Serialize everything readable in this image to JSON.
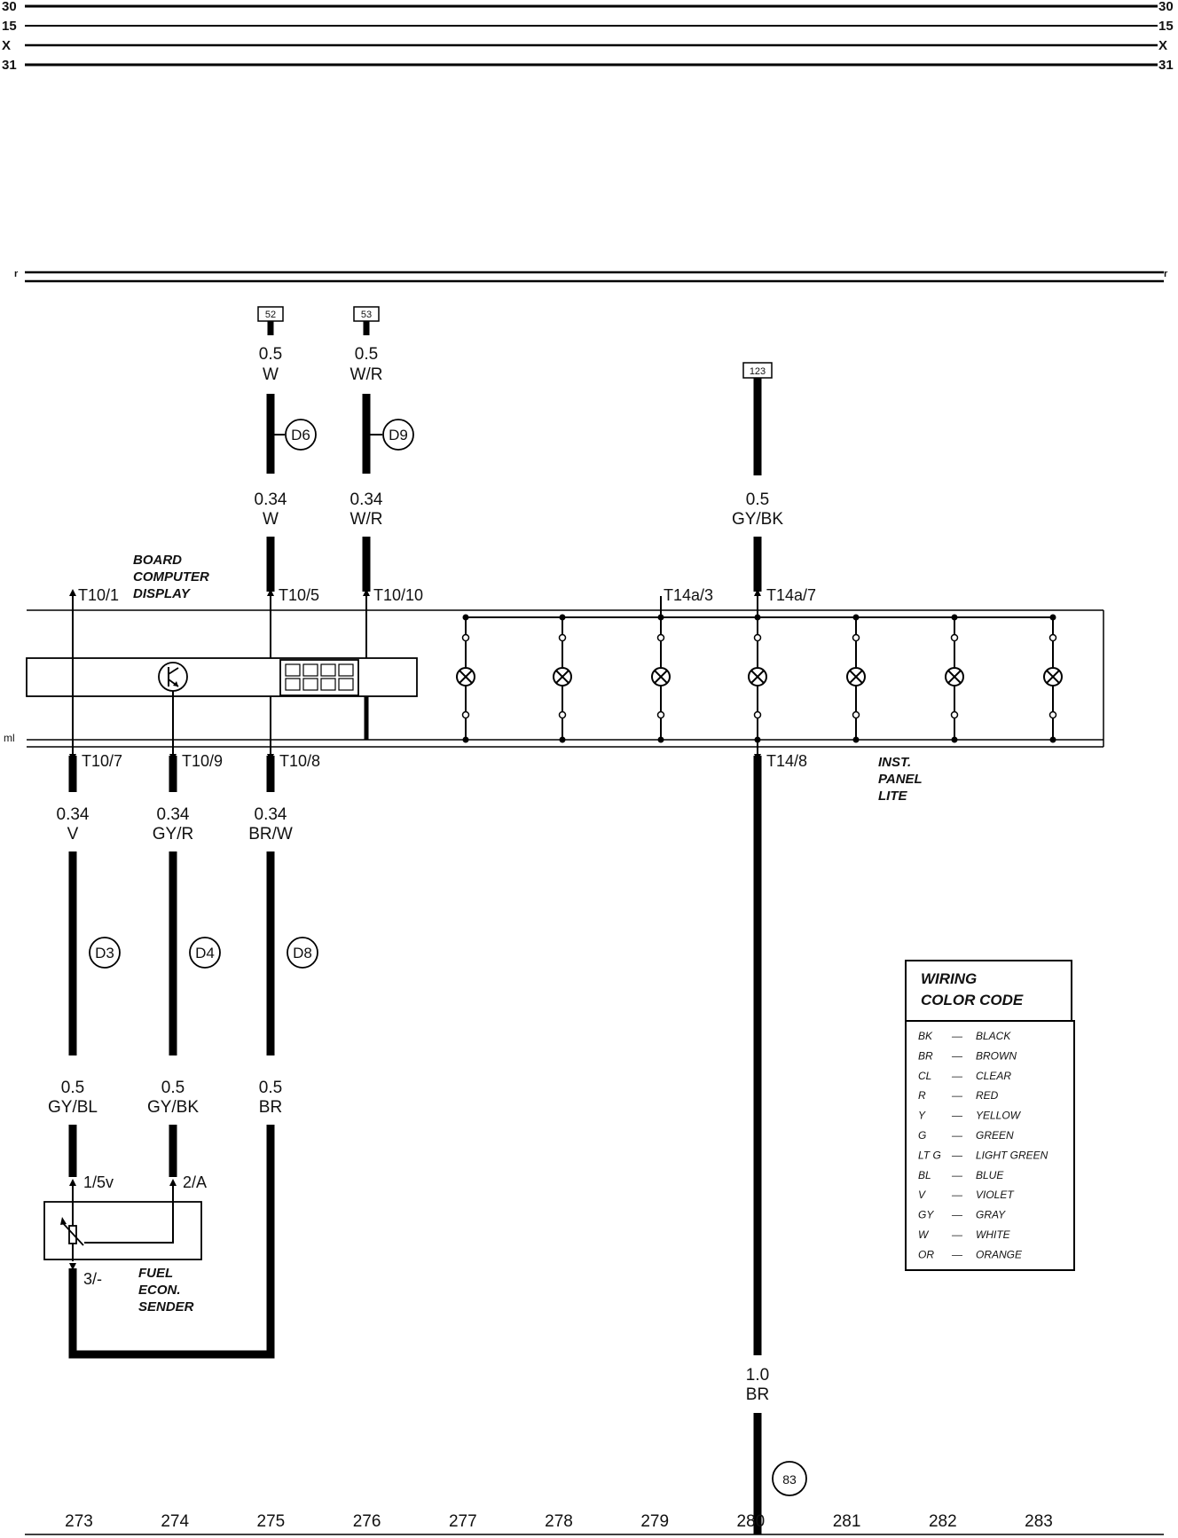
{
  "buses": {
    "left": [
      "30",
      "15",
      "X",
      "31"
    ],
    "right": [
      "30",
      "15",
      "X",
      "31"
    ],
    "r_left": "r",
    "r_right": "r",
    "ml": "ml"
  },
  "components": {
    "board_computer": [
      "BOARD",
      "COMPUTER",
      "DISPLAY"
    ],
    "inst_panel": [
      "INST.",
      "PANEL",
      "LITE"
    ],
    "fuel_sender": [
      "FUEL",
      "ECON.",
      "SENDER"
    ]
  },
  "refs": {
    "r52": "52",
    "r53": "53",
    "r123": "123"
  },
  "connectors": {
    "D6": "D6",
    "D9": "D9",
    "D3": "D3",
    "D4": "D4",
    "D8": "D8",
    "g83": "83"
  },
  "wires": {
    "w52a": [
      "0.5",
      "W"
    ],
    "w53a": [
      "0.5",
      "W/R"
    ],
    "w52b": [
      "0.34",
      "W"
    ],
    "w53b": [
      "0.34",
      "W/R"
    ],
    "w123": [
      "0.5",
      "GY/BK"
    ],
    "w273a": [
      "0.34",
      "V"
    ],
    "w274a": [
      "0.34",
      "GY/R"
    ],
    "w275a": [
      "0.34",
      "BR/W"
    ],
    "w273b": [
      "0.5",
      "GY/BL"
    ],
    "w274b": [
      "0.5",
      "GY/BK"
    ],
    "w275b": [
      "0.5",
      "BR"
    ],
    "w280": [
      "1.0",
      "BR"
    ]
  },
  "terminals": {
    "t10_1": "T10/1",
    "t10_5": "T10/5",
    "t10_10": "T10/10",
    "t14a_3": "T14a/3",
    "t14a_7": "T14a/7",
    "t10_7": "T10/7",
    "t10_9": "T10/9",
    "t10_8": "T10/8",
    "t14_8": "T14/8",
    "p1_5v": "1/5v",
    "p2_a": "2/A",
    "p3": "3/-"
  },
  "legend": {
    "title": [
      "WIRING",
      "COLOR CODE"
    ],
    "rows": [
      {
        "code": "BK",
        "name": "BLACK"
      },
      {
        "code": "BR",
        "name": "BROWN"
      },
      {
        "code": "CL",
        "name": "CLEAR"
      },
      {
        "code": "R",
        "name": "RED"
      },
      {
        "code": "Y",
        "name": "YELLOW"
      },
      {
        "code": "G",
        "name": "GREEN"
      },
      {
        "code": "LT G",
        "name": "LIGHT GREEN"
      },
      {
        "code": "BL",
        "name": "BLUE"
      },
      {
        "code": "V",
        "name": "VIOLET"
      },
      {
        "code": "GY",
        "name": "GRAY"
      },
      {
        "code": "W",
        "name": "WHITE"
      },
      {
        "code": "OR",
        "name": "ORANGE"
      }
    ]
  },
  "columns": [
    "273",
    "274",
    "275",
    "276",
    "277",
    "278",
    "279",
    "280",
    "281",
    "282",
    "283"
  ]
}
